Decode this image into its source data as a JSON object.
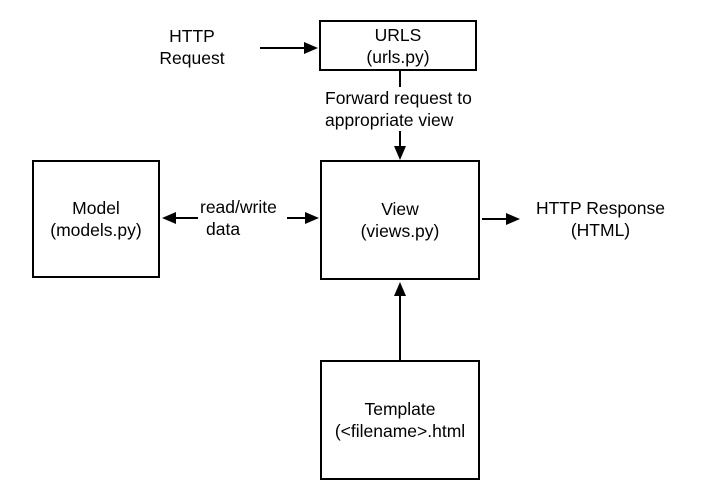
{
  "diagram": {
    "nodes": {
      "urls": {
        "line1": "URLS",
        "line2": "(urls.py)"
      },
      "model": {
        "line1": "Model",
        "line2": "(models.py)"
      },
      "view": {
        "line1": "View",
        "line2": "(views.py)"
      },
      "template": {
        "line1": "Template",
        "line2": "(<filename>.html"
      }
    },
    "labels": {
      "http_request": {
        "line1": "HTTP",
        "line2": "Request"
      },
      "forward": {
        "line1": "Forward request to",
        "line2": "appropriate view"
      },
      "readwrite": {
        "line1": "read/write",
        "line2": "data"
      },
      "http_response": {
        "line1": "HTTP Response",
        "line2": "(HTML)"
      }
    },
    "edges": [
      "http-request-to-urls",
      "urls-to-view",
      "view-to-model",
      "view-from-model-side-to-view",
      "view-to-http-response",
      "template-to-view"
    ],
    "colors": {
      "stroke": "#000000",
      "background": "#ffffff"
    }
  }
}
